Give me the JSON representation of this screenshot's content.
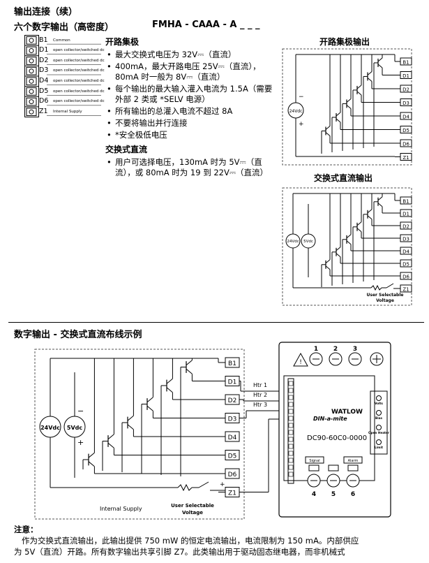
{
  "header": {
    "title": "输出连接（续）",
    "subtitle": "六个数字输出（高密度）",
    "model": "FMHA - CAAA - A _ _ _"
  },
  "terminal_block": {
    "rows": [
      {
        "label": "B1",
        "desc": "Common"
      },
      {
        "label": "D1",
        "desc": "open collector/switched dc"
      },
      {
        "label": "D2",
        "desc": "open collector/switched dc"
      },
      {
        "label": "D3",
        "desc": "open collector/switched dc"
      },
      {
        "label": "D4",
        "desc": "open collector/switched dc"
      },
      {
        "label": "D5",
        "desc": "open collector/switched dc"
      },
      {
        "label": "D6",
        "desc": "open collector/switched dc"
      },
      {
        "label": "Z1",
        "desc": "Internal Supply"
      }
    ]
  },
  "open_collector": {
    "heading": "开路集极",
    "bullets": [
      "最大交换式电压为 32V⎓（直流）",
      "400mA，最大开路电压 25V⎓（直流），80mA 时一般为 8V⎓（直流）",
      "每个输出的最大输入灌入电流为 1.5A（需要外部 2 类或 *SELV 电源）",
      "所有输出的总灌入电流不超过 8A",
      "不要将输出并行连接",
      "*安全极低电压"
    ]
  },
  "switched_dc": {
    "heading": "交换式直流",
    "bullets": [
      "用户可选择电压，130mA 时为 5V⎓（直流），或 80mA 时为 19 到 22V⎓（直流）"
    ]
  },
  "diagram_open": {
    "title": "开路集极输出",
    "supply": "24Vdc",
    "minus": "−",
    "plus": "+",
    "terminals": [
      "B1",
      "D1",
      "D2",
      "D3",
      "D4",
      "D5",
      "D6",
      "Z1"
    ]
  },
  "diagram_switched": {
    "title": "交换式直流输出",
    "supply1": "24Vdc",
    "supply2": "5Vdc",
    "terminals": [
      "B1",
      "D1",
      "D2",
      "D3",
      "D4",
      "D5",
      "D6",
      "Z1"
    ],
    "user_label_1": "User Selectable",
    "user_label_2": "Voltage"
  },
  "wiring_example": {
    "title": "数字输出 - 交换式直流布线示例",
    "supply1": "24Vdc",
    "supply2": "5Vdc",
    "minus": "−",
    "plus": "+",
    "terminals": [
      "B1",
      "D1",
      "D2",
      "D3",
      "D4",
      "D5",
      "D6",
      "Z1"
    ],
    "htr": [
      "Htr 1",
      "Htr 2",
      "Htr 3"
    ],
    "internal_supply": "Internal Supply",
    "user_label_1": "User Selectable",
    "user_label_2": "Voltage",
    "device": {
      "brand": "WATLOW",
      "product": "DIN-a-mite",
      "model": "DC90-60C0-0000",
      "top_numbers": [
        "1",
        "2",
        "3"
      ],
      "bottom_numbers": [
        "4",
        "5",
        "6"
      ],
      "signal": "Signal",
      "alarm": "Alarm",
      "leds": [
        "Volts",
        "Bias",
        "Open Heater",
        "Limit"
      ]
    }
  },
  "note": {
    "label": "注意：",
    "line1": "作为交换式直流输出，此输出提供 750 mW 的恒定电流输出，电流限制为 150 mA。内部供应",
    "line2": "为 5V（直流）开路。所有数字输出共享引脚 Z7。此类输出用于驱动固态继电器，而非机械式"
  }
}
